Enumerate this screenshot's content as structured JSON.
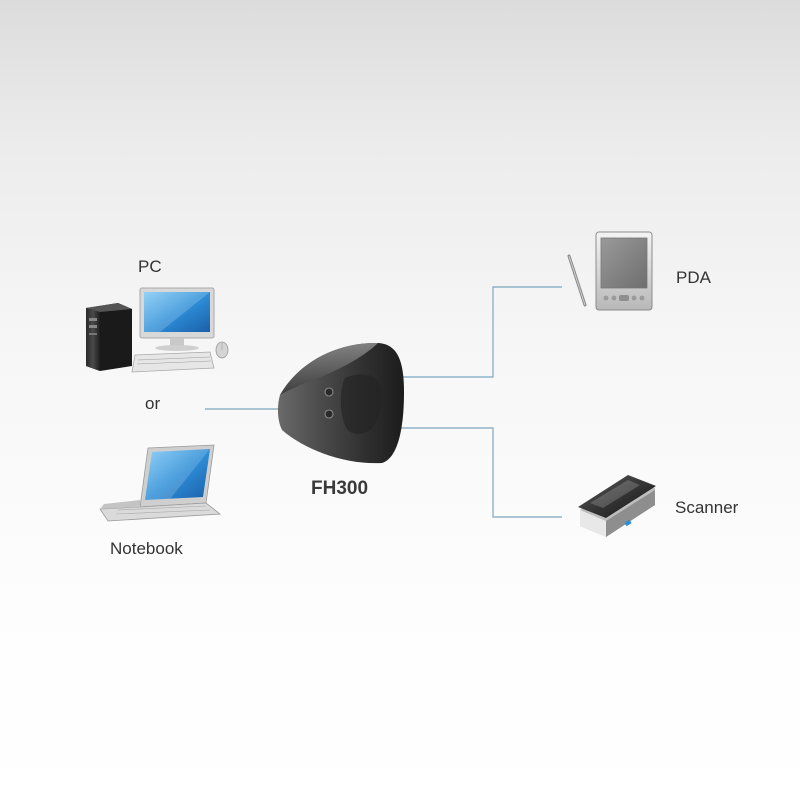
{
  "diagram": {
    "hub": {
      "label": "FH300",
      "icon": "usb-hub-icon"
    },
    "left_devices": {
      "pc": {
        "label": "PC",
        "icon": "desktop-pc-icon"
      },
      "or_text": "or",
      "notebook": {
        "label": "Notebook",
        "icon": "laptop-icon"
      }
    },
    "right_devices": {
      "pda": {
        "label": "PDA",
        "icon": "pda-icon"
      },
      "scanner": {
        "label": "Scanner",
        "icon": "scanner-icon"
      }
    },
    "colors": {
      "connector_line": "#8fb3c8",
      "hub_body": "#3c3c3c",
      "screen_blue": "#2e8fd8"
    }
  }
}
